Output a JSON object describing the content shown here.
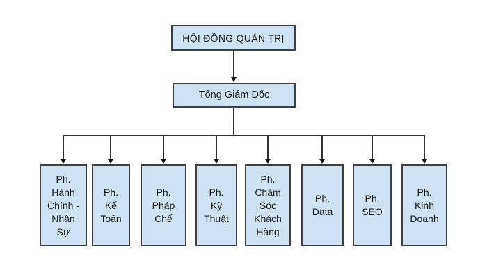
{
  "diagram": {
    "type": "org-chart",
    "root_node": {
      "label": "HỘI ĐỒNG QUẢN TRỊ"
    },
    "ceo_node": {
      "label": "Tổng Giám Đốc"
    },
    "departments": [
      {
        "id": "hanh-chinh-nhan-su",
        "label": [
          "Ph.",
          "Hành",
          "Chính -",
          "Nhân",
          "Sự"
        ]
      },
      {
        "id": "ke-toan",
        "label": [
          "Ph.",
          "Kế",
          "Toán"
        ]
      },
      {
        "id": "phap-che",
        "label": [
          "Ph.",
          "Pháp",
          "Chế"
        ]
      },
      {
        "id": "ky-thuat",
        "label": [
          "Ph.",
          "Kỹ",
          "Thuật"
        ]
      },
      {
        "id": "cham-soc-khach-hang",
        "label": [
          "Ph.",
          "Chăm",
          "Sóc",
          "Khách",
          "Hàng"
        ]
      },
      {
        "id": "data",
        "label": [
          "Ph.",
          "Data"
        ]
      },
      {
        "id": "seo",
        "label": [
          "Ph.",
          "SEO"
        ]
      },
      {
        "id": "kinh-doanh",
        "label": [
          "Ph.",
          "Kinh",
          "Doanh"
        ]
      }
    ],
    "colors": {
      "background": "#ffffff",
      "node_fill": "#cfe2f3",
      "node_border": "#3f3f3f",
      "connector": "#333333",
      "text": "#1a1a1a"
    }
  }
}
